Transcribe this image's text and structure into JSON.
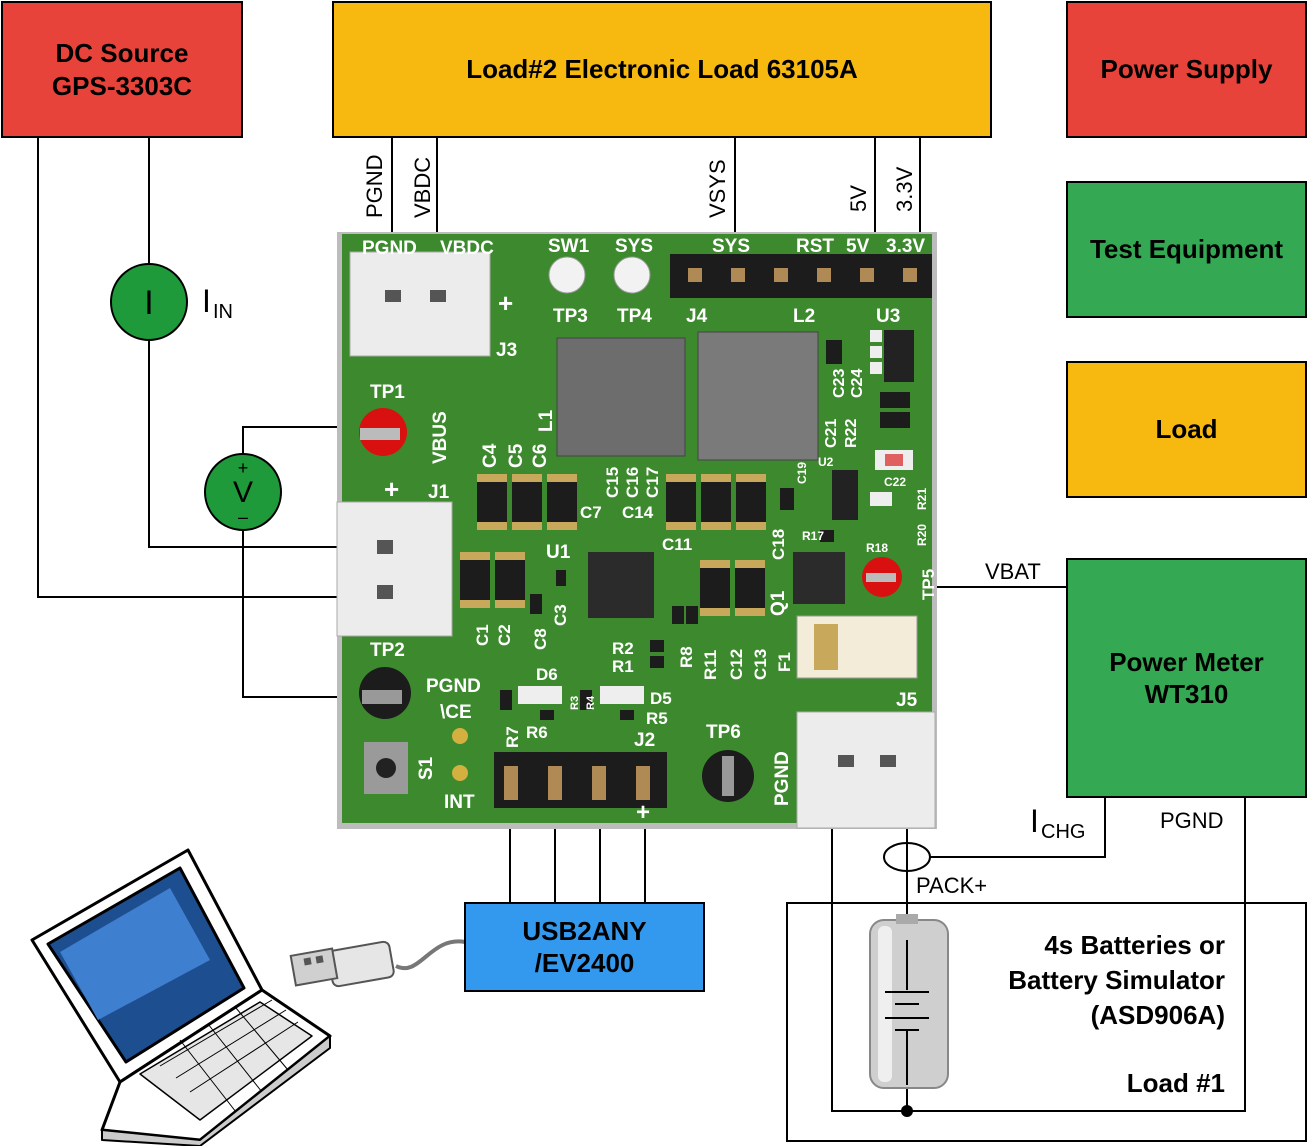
{
  "boxes": {
    "dc_source": [
      "DC Source",
      "GPS-3303C"
    ],
    "load2": "Load#2 Electronic Load 63105A",
    "power_supply": "Power Supply",
    "test_equipment": "Test Equipment",
    "load": "Load",
    "power_meter": [
      "Power Meter",
      "WT310"
    ],
    "usb2any": [
      "USB2ANY",
      "/EV2400"
    ],
    "batteries": [
      "4s Batteries or",
      "Battery Simulator",
      "(ASD906A)"
    ],
    "load1": "Load #1"
  },
  "wire_labels": {
    "pgnd_top": "PGND",
    "vbdc": "VBDC",
    "vsys": "VSYS",
    "v5": "5V",
    "v33": "3.3V",
    "vbat": "VBAT",
    "pgnd_meter": "PGND",
    "pack_plus": "PACK+",
    "i_in_main": "I",
    "i_in_sub": "IN",
    "i_chg_main": "I",
    "i_chg_sub": "CHG"
  },
  "meters": {
    "ammeter_symbol": "I",
    "voltmeter_symbol": "V",
    "plus": "+",
    "minus": "–"
  },
  "pcb": {
    "j3_pgnd": "PGND",
    "j3_vbdc": "VBDC",
    "j3_plus": "+",
    "j3": "J3",
    "sw1": "SW1",
    "sys_tp": "SYS",
    "tp3": "TP3",
    "tp4": "TP4",
    "hdr_sys": "SYS",
    "hdr_rst": "RST",
    "hdr_5v": "5V",
    "hdr_33v": "3.3V",
    "j4": "J4",
    "l2": "L2",
    "u3": "U3",
    "tp1": "TP1",
    "vbus": "VBUS",
    "j1_plus": "+",
    "j1": "J1",
    "c4": "C4",
    "c5": "C5",
    "c6": "C6",
    "l1": "L1",
    "c15": "C15",
    "c16": "C16",
    "c17": "C17",
    "c7": "C7",
    "c14": "C14",
    "c23": "C23",
    "c24": "C24",
    "c21": "C21",
    "r22": "R22",
    "c22": "C22",
    "u2": "U2",
    "r17": "R17",
    "r18": "R18",
    "r21": "R21",
    "r20": "R20",
    "c18": "C18",
    "c19": "C19",
    "c11": "C11",
    "u1": "U1",
    "q1": "Q1",
    "c1": "C1",
    "c2": "C2",
    "c8": "C8",
    "c3": "C3",
    "r2": "R2",
    "r1": "R1",
    "r8": "R8",
    "r11": "R11",
    "c12": "C12",
    "c13": "C13",
    "f1": "F1",
    "tp5": "TP5",
    "tp2": "TP2",
    "pgnd_tp2": "PGND",
    "d6": "D6",
    "d5": "D5",
    "r5": "R5",
    "r7": "R7",
    "r6": "R6",
    "r3": "R3",
    "r4": "R4",
    "ce": "\\CE",
    "int": "INT",
    "s1": "S1",
    "j2": "J2",
    "j2_plus": "+",
    "tp6": "TP6",
    "pgnd_j5": "PGND",
    "j5": "J5"
  },
  "colors": {
    "source_red": "#e8433a",
    "load_amber": "#f7b90f",
    "equipment_green": "#34a853",
    "interface_blue": "#3399ee",
    "pcb_green": "#3d8a2e"
  },
  "icons": [
    "laptop-icon",
    "usb-plug-icon",
    "battery-cell-icon"
  ]
}
